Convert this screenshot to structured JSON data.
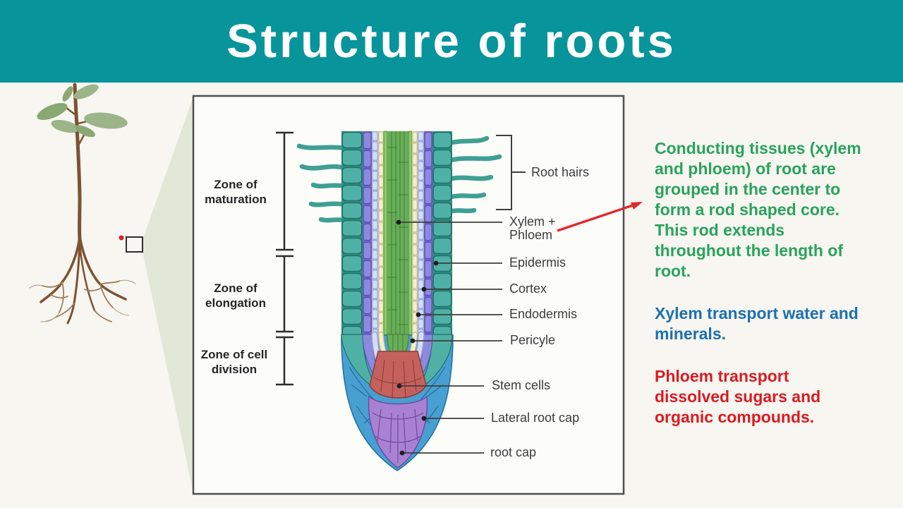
{
  "header": {
    "title": "Structure of roots"
  },
  "diagram": {
    "zones": {
      "maturation": "Zone of\nmaturation",
      "elongation": "Zone of\nelongation",
      "cell_division": "Zone of cell\ndivision"
    },
    "parts": {
      "root_hairs": "Root hairs",
      "xylem_phloem": "Xylem +\nPhloem",
      "epidermis": "Epidermis",
      "cortex": "Cortex",
      "endodermis": "Endodermis",
      "pericyle": "Pericyle",
      "stem_cells": "Stem cells",
      "lateral_root_cap": "Lateral root cap",
      "root_cap": "root cap"
    }
  },
  "notes": {
    "conducting": "Conducting tissues (xylem and phloem) of root are grouped in the center to form a rod shaped core. This rod extends throughout the length of root.",
    "xylem": "Xylem transport water and minerals.",
    "phloem": "Phloem transport dissolved sugars and organic compounds."
  },
  "colors": {
    "header_bg": "#08949b",
    "title_text": "#ffffff",
    "background": "#f7f6f1",
    "note_green": "#29a35c",
    "note_blue": "#1c70b0",
    "note_red": "#da1b21",
    "arrow_red": "#e1282a",
    "label_text": "#3c3c3c",
    "epidermis_cells": "#4fb1a6",
    "cortex_cells": "#8d89dc",
    "endodermis_cells": "#d5def5",
    "pericycle_cells": "#f2efcf",
    "xylem_phloem_core": "#68ae57",
    "lateral_root_cap_cells": "#47a0d1",
    "root_cap_cells": "#a981d2",
    "stem_cell_cluster": "#c5615d"
  }
}
